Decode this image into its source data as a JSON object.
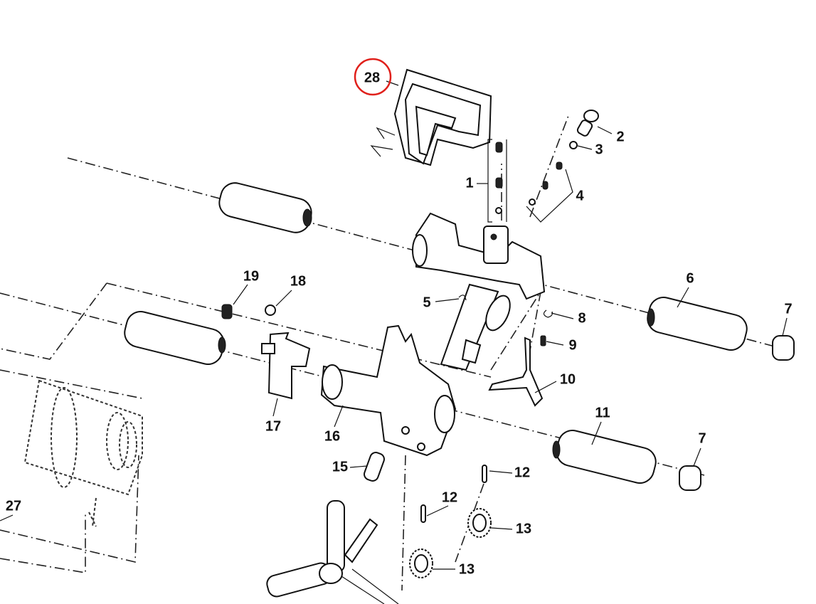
{
  "diagram": {
    "type": "exploded parts diagram",
    "highlight_color": "#e0201b",
    "callouts": [
      {
        "id": "28",
        "highlighted": true
      },
      {
        "id": "2"
      },
      {
        "id": "3"
      },
      {
        "id": "1"
      },
      {
        "id": "4"
      },
      {
        "id": "5"
      },
      {
        "id": "6"
      },
      {
        "id": "7"
      },
      {
        "id": "8"
      },
      {
        "id": "9"
      },
      {
        "id": "10"
      },
      {
        "id": "11"
      },
      {
        "id": "7"
      },
      {
        "id": "12"
      },
      {
        "id": "12"
      },
      {
        "id": "13"
      },
      {
        "id": "13"
      },
      {
        "id": "15"
      },
      {
        "id": "16"
      },
      {
        "id": "17"
      },
      {
        "id": "18"
      },
      {
        "id": "19"
      },
      {
        "id": "27"
      }
    ]
  }
}
